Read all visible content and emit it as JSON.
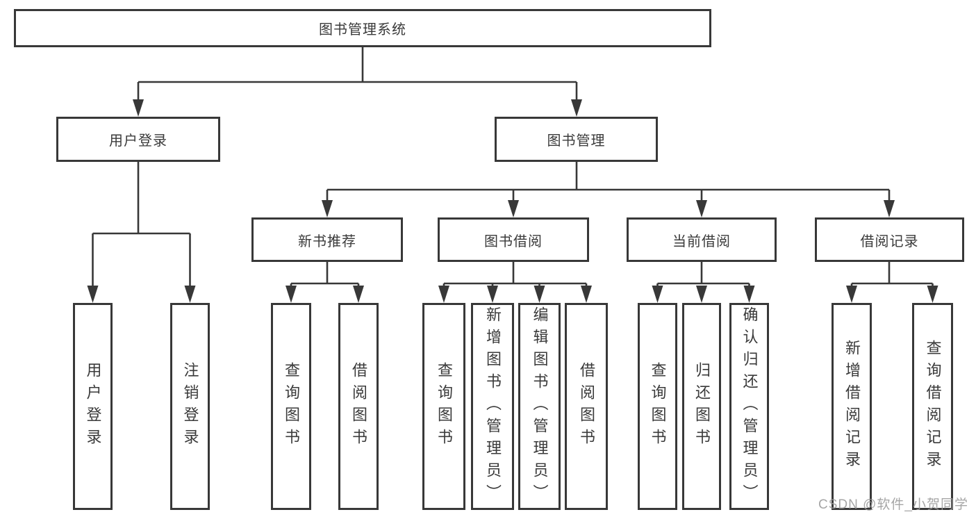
{
  "diagram": {
    "root": {
      "label": "图书管理系统"
    },
    "branches": [
      {
        "label": "用户登录",
        "children": [
          {
            "label": "用户登录"
          },
          {
            "label": "注销登录"
          }
        ]
      },
      {
        "label": "图书管理",
        "children": [
          {
            "label": "新书推荐",
            "children": [
              {
                "label": "查询图书"
              },
              {
                "label": "借阅图书"
              }
            ]
          },
          {
            "label": "图书借阅",
            "children": [
              {
                "label": "查询图书"
              },
              {
                "label": "新增图书（管理员）"
              },
              {
                "label": "编辑图书（管理员）"
              },
              {
                "label": "借阅图书"
              }
            ]
          },
          {
            "label": "当前借阅",
            "children": [
              {
                "label": "查询图书"
              },
              {
                "label": "归还图书"
              },
              {
                "label": "确认归还（管理员）"
              }
            ]
          },
          {
            "label": "借阅记录",
            "children": [
              {
                "label": "新增借阅记录"
              },
              {
                "label": "查询借阅记录"
              }
            ]
          }
        ]
      }
    ]
  },
  "watermark": {
    "text": "CSDN @软件_小贺同学"
  },
  "colors": {
    "line": "#383838",
    "text": "#3a3a3a",
    "background": "#ffffff",
    "watermark": "#9a9a9a"
  }
}
